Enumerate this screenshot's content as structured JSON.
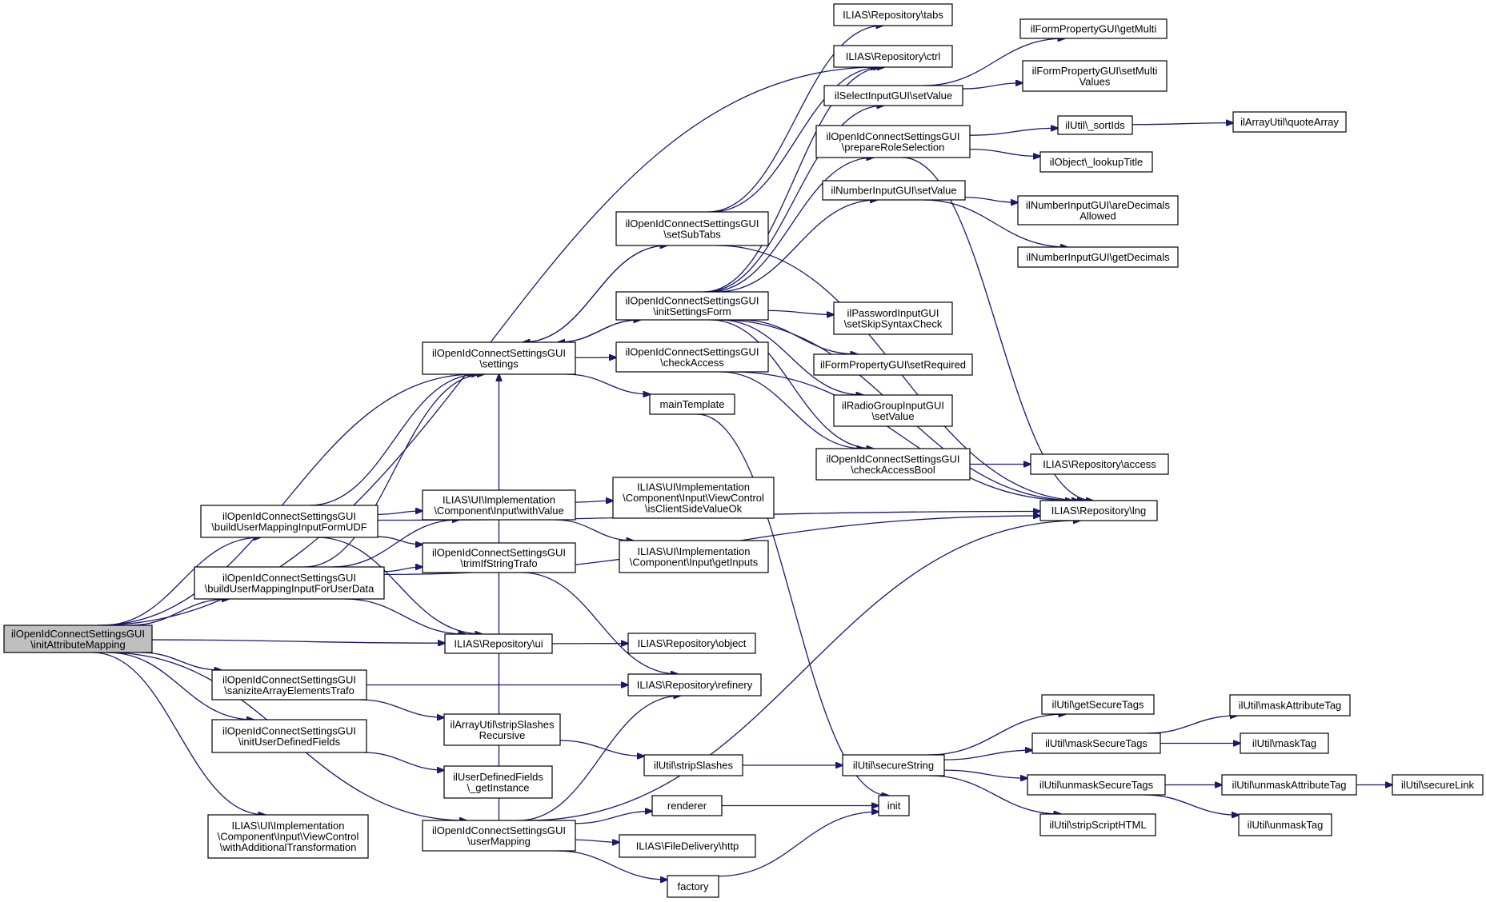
{
  "diagram": {
    "edge_color": "#191970",
    "root_fill": "#bfbfbf",
    "nodes": [
      {
        "id": "root",
        "lines": [
          "ilOpenIdConnectSettingsGUI",
          "\\initAttributeMapping"
        ],
        "root": true
      },
      {
        "id": "udf",
        "lines": [
          "ilOpenIdConnectSettingsGUI",
          "\\buildUserMappingInputFormUDF"
        ]
      },
      {
        "id": "userdata",
        "lines": [
          "ilOpenIdConnectSettingsGUI",
          "\\buildUserMappingInputForUserData"
        ]
      },
      {
        "id": "sanitize",
        "lines": [
          "ilOpenIdConnectSettingsGUI",
          "\\saniziteArrayElementsTrafo"
        ]
      },
      {
        "id": "initudf",
        "lines": [
          "ilOpenIdConnectSettingsGUI",
          "\\initUserDefinedFields"
        ]
      },
      {
        "id": "withaddt",
        "lines": [
          "ILIAS\\UI\\Implementation",
          "\\Component\\Input\\ViewControl",
          "\\withAdditionalTransformation"
        ]
      },
      {
        "id": "settings",
        "lines": [
          "ilOpenIdConnectSettingsGUI",
          "\\settings"
        ]
      },
      {
        "id": "withvalue",
        "lines": [
          "ILIAS\\UI\\Implementation",
          "\\Component\\Input\\withValue"
        ]
      },
      {
        "id": "trim",
        "lines": [
          "ilOpenIdConnectSettingsGUI",
          "\\trimIfStringTrafo"
        ]
      },
      {
        "id": "ui",
        "lines": [
          "ILIAS\\Repository\\ui"
        ]
      },
      {
        "id": "strip",
        "lines": [
          "ilArrayUtil\\stripSlashes",
          "Recursive"
        ]
      },
      {
        "id": "udfinst",
        "lines": [
          "ilUserDefinedFields",
          "\\_getInstance"
        ]
      },
      {
        "id": "usermapping",
        "lines": [
          "ilOpenIdConnectSettingsGUI",
          "\\userMapping"
        ]
      },
      {
        "id": "subtabs",
        "lines": [
          "ilOpenIdConnectSettingsGUI",
          "\\setSubTabs"
        ]
      },
      {
        "id": "initform",
        "lines": [
          "ilOpenIdConnectSettingsGUI",
          "\\initSettingsForm"
        ]
      },
      {
        "id": "checkaccess",
        "lines": [
          "ilOpenIdConnectSettingsGUI",
          "\\checkAccess"
        ]
      },
      {
        "id": "maintpl",
        "lines": [
          "mainTemplate"
        ]
      },
      {
        "id": "clientside",
        "lines": [
          "ILIAS\\UI\\Implementation",
          "\\Component\\Input\\ViewControl",
          "\\isClientSideValueOk"
        ]
      },
      {
        "id": "getinputs",
        "lines": [
          "ILIAS\\UI\\Implementation",
          "\\Component\\Input\\getInputs"
        ]
      },
      {
        "id": "object",
        "lines": [
          "ILIAS\\Repository\\object"
        ]
      },
      {
        "id": "refinery",
        "lines": [
          "ILIAS\\Repository\\refinery"
        ]
      },
      {
        "id": "utilstrip",
        "lines": [
          "ilUtil\\stripSlashes"
        ]
      },
      {
        "id": "renderer",
        "lines": [
          "renderer"
        ]
      },
      {
        "id": "http",
        "lines": [
          "ILIAS\\FileDelivery\\http"
        ]
      },
      {
        "id": "factory",
        "lines": [
          "factory"
        ]
      },
      {
        "id": "tabs",
        "lines": [
          "ILIAS\\Repository\\tabs"
        ]
      },
      {
        "id": "ctrl",
        "lines": [
          "ILIAS\\Repository\\ctrl"
        ]
      },
      {
        "id": "selectset",
        "lines": [
          "ilSelectInputGUI\\setValue"
        ]
      },
      {
        "id": "prepare",
        "lines": [
          "ilOpenIdConnectSettingsGUI",
          "\\prepareRoleSelection"
        ]
      },
      {
        "id": "numset",
        "lines": [
          "ilNumberInputGUI\\setValue"
        ]
      },
      {
        "id": "pwd",
        "lines": [
          "ilPasswordInputGUI",
          "\\setSkipSyntaxCheck"
        ]
      },
      {
        "id": "setreq",
        "lines": [
          "ilFormPropertyGUI\\setRequired"
        ]
      },
      {
        "id": "radio",
        "lines": [
          "ilRadioGroupInputGUI",
          "\\setValue"
        ]
      },
      {
        "id": "checkbool",
        "lines": [
          "ilOpenIdConnectSettingsGUI",
          "\\checkAccessBool"
        ]
      },
      {
        "id": "securestr",
        "lines": [
          "ilUtil\\secureString"
        ]
      },
      {
        "id": "init",
        "lines": [
          "init"
        ]
      },
      {
        "id": "getmulti",
        "lines": [
          "ilFormPropertyGUI\\getMulti"
        ]
      },
      {
        "id": "setmulti",
        "lines": [
          "ilFormPropertyGUI\\setMulti",
          "Values"
        ]
      },
      {
        "id": "sortids",
        "lines": [
          "ilUtil\\_sortIds"
        ]
      },
      {
        "id": "lookup",
        "lines": [
          "ilObject\\_lookupTitle"
        ]
      },
      {
        "id": "aredec",
        "lines": [
          "ilNumberInputGUI\\areDecimals",
          "Allowed"
        ]
      },
      {
        "id": "getdec",
        "lines": [
          "ilNumberInputGUI\\getDecimals"
        ]
      },
      {
        "id": "access",
        "lines": [
          "ILIAS\\Repository\\access"
        ]
      },
      {
        "id": "lng",
        "lines": [
          "ILIAS\\Repository\\lng"
        ]
      },
      {
        "id": "getsecure",
        "lines": [
          "ilUtil\\getSecureTags"
        ]
      },
      {
        "id": "masksecure",
        "lines": [
          "ilUtil\\maskSecureTags"
        ]
      },
      {
        "id": "unmasksecure",
        "lines": [
          "ilUtil\\unmaskSecureTags"
        ]
      },
      {
        "id": "stripscript",
        "lines": [
          "ilUtil\\stripScriptHTML"
        ]
      },
      {
        "id": "quote",
        "lines": [
          "ilArrayUtil\\quoteArray"
        ]
      },
      {
        "id": "maskattr",
        "lines": [
          "ilUtil\\maskAttributeTag"
        ]
      },
      {
        "id": "masktag",
        "lines": [
          "ilUtil\\maskTag"
        ]
      },
      {
        "id": "unmaskattr",
        "lines": [
          "ilUtil\\unmaskAttributeTag"
        ]
      },
      {
        "id": "unmasktag",
        "lines": [
          "ilUtil\\unmaskTag"
        ]
      },
      {
        "id": "securelink",
        "lines": [
          "ilUtil\\secureLink"
        ]
      }
    ],
    "edges": [
      [
        "root",
        "udf"
      ],
      [
        "root",
        "userdata"
      ],
      [
        "root",
        "ui"
      ],
      [
        "root",
        "sanitize"
      ],
      [
        "root",
        "initudf"
      ],
      [
        "root",
        "withaddt"
      ],
      [
        "root",
        "usermapping"
      ],
      [
        "root",
        "settings"
      ],
      [
        "root",
        "ctrl"
      ],
      [
        "udf",
        "settings"
      ],
      [
        "udf",
        "withvalue"
      ],
      [
        "udf",
        "trim"
      ],
      [
        "udf",
        "ui"
      ],
      [
        "udf",
        "lng"
      ],
      [
        "userdata",
        "settings"
      ],
      [
        "userdata",
        "withvalue"
      ],
      [
        "userdata",
        "trim"
      ],
      [
        "userdata",
        "ui"
      ],
      [
        "userdata",
        "lng"
      ],
      [
        "sanitize",
        "refinery"
      ],
      [
        "sanitize",
        "strip"
      ],
      [
        "initudf",
        "udfinst"
      ],
      [
        "settings",
        "subtabs"
      ],
      [
        "settings",
        "initform"
      ],
      [
        "settings",
        "checkaccess"
      ],
      [
        "settings",
        "maintpl"
      ],
      [
        "subtabs",
        "settings"
      ],
      [
        "subtabs",
        "tabs"
      ],
      [
        "subtabs",
        "ctrl"
      ],
      [
        "subtabs",
        "lng"
      ],
      [
        "initform",
        "settings"
      ],
      [
        "initform",
        "ctrl"
      ],
      [
        "initform",
        "selectset"
      ],
      [
        "initform",
        "prepare"
      ],
      [
        "initform",
        "numset"
      ],
      [
        "initform",
        "pwd"
      ],
      [
        "initform",
        "setreq"
      ],
      [
        "initform",
        "radio"
      ],
      [
        "initform",
        "checkbool"
      ],
      [
        "initform",
        "lng"
      ],
      [
        "checkaccess",
        "checkbool"
      ],
      [
        "checkaccess",
        "lng"
      ],
      [
        "maintpl",
        "init"
      ],
      [
        "withvalue",
        "clientside"
      ],
      [
        "withvalue",
        "getinputs"
      ],
      [
        "trim",
        "refinery"
      ],
      [
        "ui",
        "object"
      ],
      [
        "strip",
        "utilstrip"
      ],
      [
        "utilstrip",
        "securestr"
      ],
      [
        "usermapping",
        "settings"
      ],
      [
        "usermapping",
        "refinery"
      ],
      [
        "usermapping",
        "lng"
      ],
      [
        "usermapping",
        "renderer"
      ],
      [
        "usermapping",
        "http"
      ],
      [
        "usermapping",
        "factory"
      ],
      [
        "renderer",
        "init"
      ],
      [
        "factory",
        "init"
      ],
      [
        "selectset",
        "getmulti"
      ],
      [
        "selectset",
        "setmulti"
      ],
      [
        "prepare",
        "sortids"
      ],
      [
        "prepare",
        "lookup"
      ],
      [
        "prepare",
        "lng"
      ],
      [
        "sortids",
        "quote"
      ],
      [
        "numset",
        "aredec"
      ],
      [
        "numset",
        "getdec"
      ],
      [
        "checkbool",
        "access"
      ],
      [
        "securestr",
        "getsecure"
      ],
      [
        "securestr",
        "masksecure"
      ],
      [
        "securestr",
        "unmasksecure"
      ],
      [
        "securestr",
        "stripscript"
      ],
      [
        "masksecure",
        "maskattr"
      ],
      [
        "masksecure",
        "masktag"
      ],
      [
        "unmasksecure",
        "unmaskattr"
      ],
      [
        "unmasksecure",
        "unmasktag"
      ],
      [
        "unmaskattr",
        "securelink"
      ]
    ]
  }
}
